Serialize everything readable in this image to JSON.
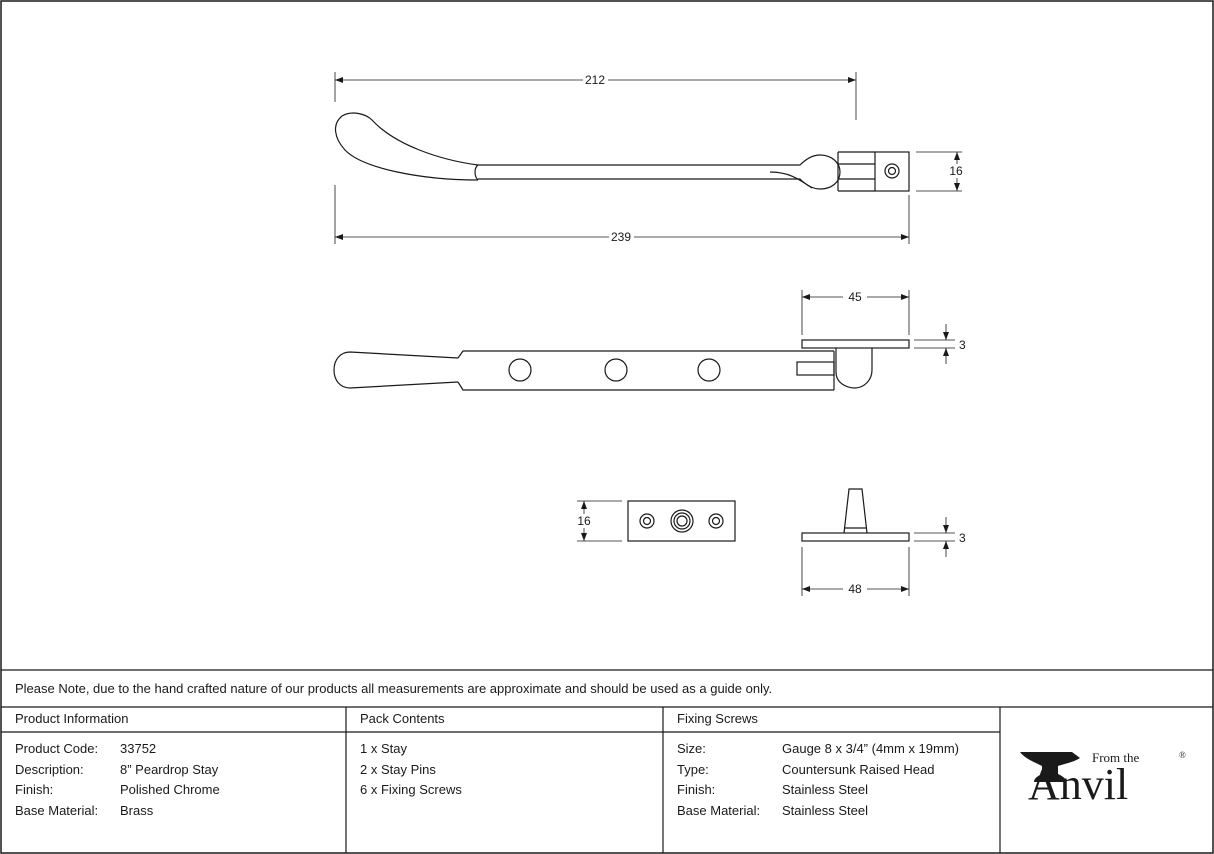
{
  "drawing": {
    "dimensions": {
      "top_overall_stay": "212",
      "top_overall_length": "239",
      "top_pin_height": "16",
      "side_pin_width": "45",
      "side_pin_thickness": "3",
      "plate_height": "16",
      "plate_thickness": "3",
      "plate_width": "48"
    }
  },
  "note": "Please Note, due to the hand crafted nature of our products all measurements are approximate and should be used as a guide only.",
  "product_info": {
    "header": "Product Information",
    "rows": [
      {
        "label": "Product Code:",
        "value": "33752"
      },
      {
        "label": "Description:",
        "value": "8” Peardrop Stay"
      },
      {
        "label": "Finish:",
        "value": "Polished Chrome"
      },
      {
        "label": "Base Material:",
        "value": "Brass"
      }
    ]
  },
  "pack_contents": {
    "header": "Pack Contents",
    "items": [
      "1 x Stay",
      "2 x Stay Pins",
      "6 x Fixing Screws"
    ]
  },
  "fixing_screws": {
    "header": "Fixing Screws",
    "rows": [
      {
        "label": "Size:",
        "value": "Gauge 8 x 3/4” (4mm x 19mm)"
      },
      {
        "label": "Type:",
        "value": "Countersunk Raised Head"
      },
      {
        "label": "Finish:",
        "value": "Stainless Steel"
      },
      {
        "label": "Base Material:",
        "value": "Stainless Steel"
      }
    ]
  },
  "logo": {
    "from_text": "From the",
    "brand": "Anvil",
    "registered": "®"
  }
}
